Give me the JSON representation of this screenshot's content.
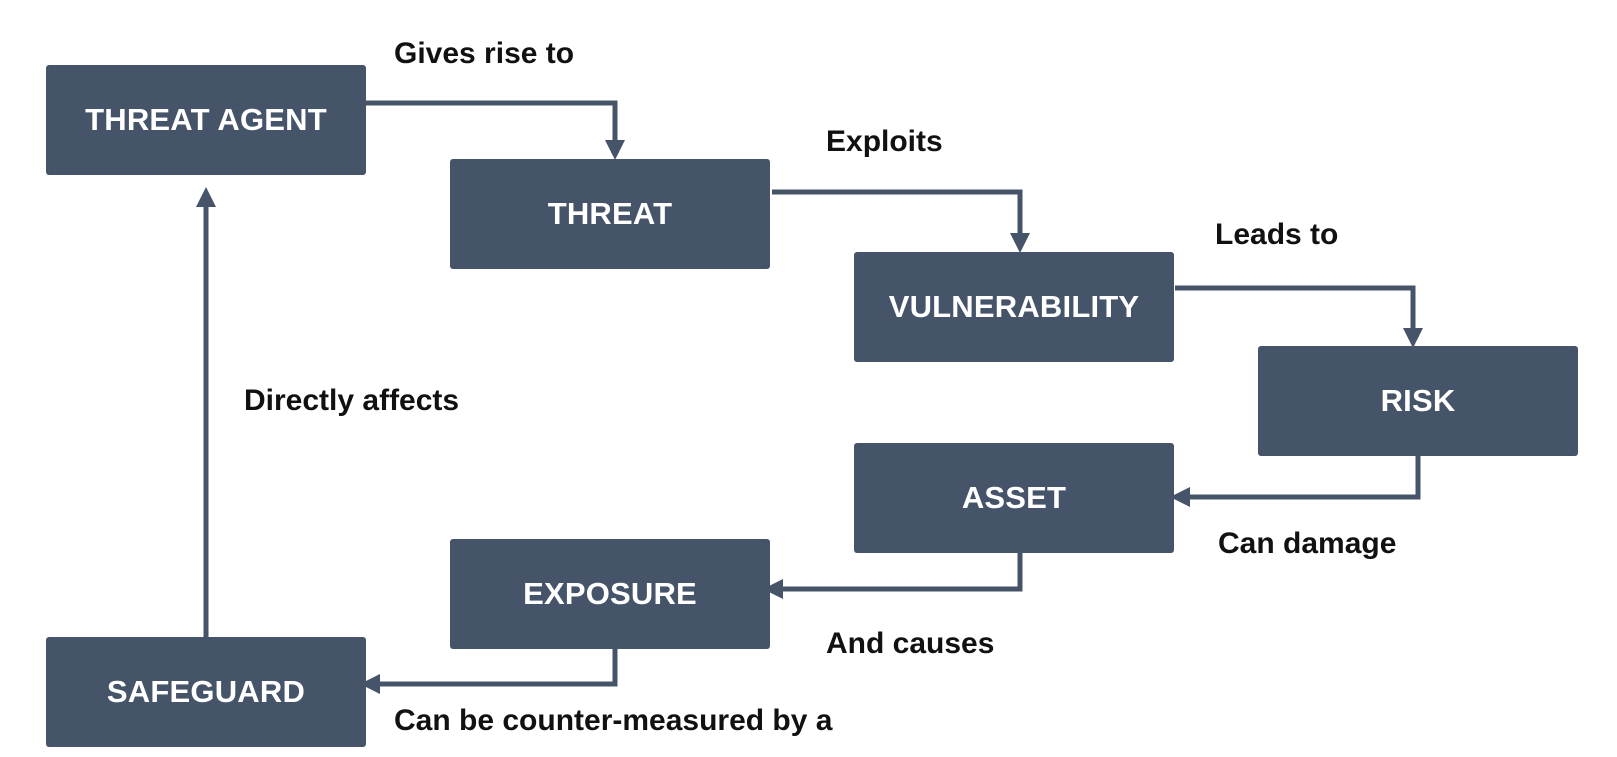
{
  "diagram": {
    "colors": {
      "node_fill": "#465469",
      "node_text": "#ffffff",
      "connector": "#465469",
      "label_text": "#111111"
    },
    "nodes": {
      "threat_agent": "THREAT AGENT",
      "threat": "THREAT",
      "vulnerability": "VULNERABILITY",
      "risk": "RISK",
      "asset": "ASSET",
      "exposure": "EXPOSURE",
      "safeguard": "SAFEGUARD"
    },
    "edges": {
      "gives_rise_to": "Gives rise to",
      "exploits": "Exploits",
      "leads_to": "Leads to",
      "can_damage": "Can damage",
      "and_causes": "And causes",
      "can_be_counter_measured_by_a": "Can be counter-measured by a",
      "directly_affects": "Directly affects"
    }
  }
}
